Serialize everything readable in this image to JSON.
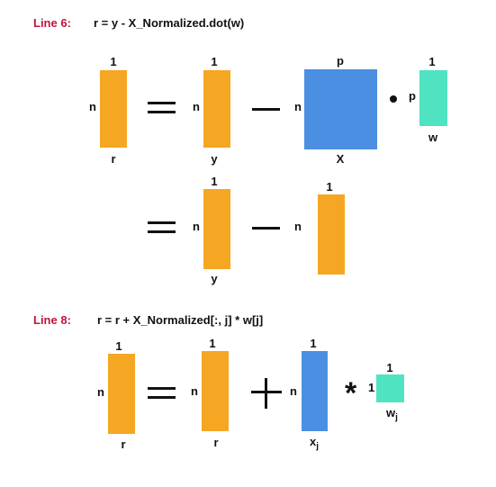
{
  "line6": {
    "tag": "Line 6:",
    "code": "r = y - X_Normalized.dot(w)",
    "row1": {
      "r": {
        "top": "1",
        "side": "n",
        "bottom": "r"
      },
      "y": {
        "top": "1",
        "side": "n",
        "bottom": "y"
      },
      "X": {
        "top": "p",
        "side": "n",
        "bottom": "X"
      },
      "w": {
        "top": "1",
        "side": "p",
        "bottom": "w"
      }
    },
    "row2": {
      "y": {
        "top": "1",
        "side": "n",
        "bottom": "y"
      },
      "result": {
        "top": "1",
        "side": "n"
      }
    }
  },
  "line8": {
    "tag": "Line 8:",
    "code": "r = r + X_Normalized[:, j] * w[j]",
    "r_left": {
      "top": "1",
      "side": "n",
      "bottom": "r"
    },
    "r_right": {
      "top": "1",
      "side": "n",
      "bottom": "r"
    },
    "xj": {
      "top": "1",
      "side": "n",
      "bottom_base": "x",
      "bottom_sub": "j"
    },
    "wj": {
      "top": "1",
      "side": "1",
      "bottom_base": "w",
      "bottom_sub": "j"
    }
  },
  "colors": {
    "vector": "#f5a623",
    "matrix": "#4a8fe2",
    "weight": "#50e3c2",
    "line_tag": "#c0143c"
  }
}
